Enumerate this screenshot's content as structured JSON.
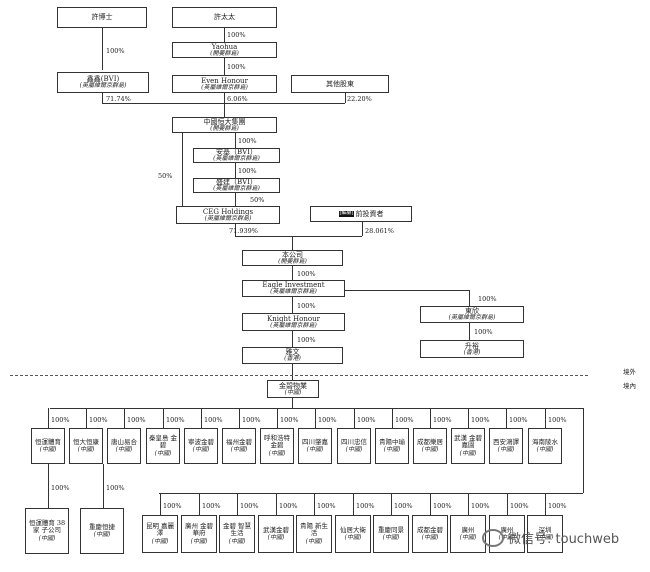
{
  "top": {
    "dr_hui": {
      "name": "許博士"
    },
    "mrs_hui": {
      "name": "許太太"
    },
    "yaohua": {
      "name": "Yaohua",
      "place": "(開曼群島)"
    },
    "xin_xin": {
      "name": "鑫鑫(BVI)",
      "place": "(英屬維爾京群島)"
    },
    "even_honour": {
      "name": "Even Honour",
      "place": "(英屬維爾京群島)"
    },
    "other_shareholders": {
      "name": "其他股東"
    },
    "evergrande": {
      "name": "中國恒大集團",
      "place": "(開曼群島)"
    },
    "an_ji": {
      "name": "安基（BVI）",
      "place": "(英屬維爾京群島)"
    },
    "sheng_jian": {
      "name": "盛建（BVI）",
      "place": "(英屬維爾京群島)"
    },
    "ceg": {
      "name": "CEG Holdings",
      "place": "(英屬維爾京群島)"
    },
    "pre_ipo": {
      "redact": "[編纂]",
      "name": "前投資者"
    },
    "company": {
      "name": "本公司",
      "place": "(開曼群島)"
    },
    "eagle": {
      "name": "Eagle Investment",
      "place": "(英屬維爾京群島)"
    },
    "knight": {
      "name": "Knight Honour",
      "place": "(英屬維爾京群島)"
    },
    "dong_xin": {
      "name": "東欣",
      "place": "(英屬維爾京群島)"
    },
    "yawen": {
      "name": "雅文",
      "place": "(香港)"
    },
    "shengyu": {
      "name": "升裕",
      "place": "(香港)"
    },
    "jinbi": {
      "name": "金碧物業",
      "place": "(中國)"
    }
  },
  "percents": {
    "p_dr_xinxin": "100%",
    "p_mrs_yaohua": "100%",
    "p_yaohua_even": "100%",
    "p_xinxin": "71.74%",
    "p_even": "6.06%",
    "p_other": "22.20%",
    "p_anji": "100%",
    "p_shengjian": "100%",
    "p_sj_ceg": "50%",
    "p_eg_ceg": "50%",
    "p_ceg": "71.939%",
    "p_preipo": "28.061%",
    "p_company_eagle": "100%",
    "p_eagle_knight": "100%",
    "p_knight_yawen": "100%",
    "p_eagle_dongxin": "100%",
    "p_dongxin_shengyu": "100%"
  },
  "boundary": {
    "overseas": "境外",
    "domestic": "境內"
  },
  "row1": [
    {
      "pct": "100%",
      "name": "恒運體育",
      "place": "(中國)"
    },
    {
      "pct": "100%",
      "name": "恒大恒康",
      "place": "(中國)"
    },
    {
      "pct": "100%",
      "name": "唐山易合",
      "place": "(中國)"
    },
    {
      "pct": "100%",
      "name": "秦皇島 金碧",
      "place": "(中國)"
    },
    {
      "pct": "100%",
      "name": "寧波金碧",
      "place": "(中國)"
    },
    {
      "pct": "100%",
      "name": "福州金碧",
      "place": "(中國)"
    },
    {
      "pct": "100%",
      "name": "呼和浩特 金碧",
      "place": "(中國)"
    },
    {
      "pct": "100%",
      "name": "四川肇嘉",
      "place": "(中國)"
    },
    {
      "pct": "100%",
      "name": "四川忠信",
      "place": "(中國)"
    },
    {
      "pct": "100%",
      "name": "貴陽中瑜",
      "place": "(中國)"
    },
    {
      "pct": "100%",
      "name": "成都樂居",
      "place": "(中國)"
    },
    {
      "pct": "100%",
      "name": "武漢 金碧嘉園",
      "place": "(中國)"
    },
    {
      "pct": "100%",
      "name": "西安鴻譯",
      "place": "(中國)"
    },
    {
      "pct": "100%",
      "name": "海南陵水",
      "place": "(中國)"
    }
  ],
  "subs": [
    {
      "pct": "100%",
      "name": "恒運體育 38 家 子公司",
      "place": "(中國)"
    },
    {
      "pct": "100%",
      "name": "重慶恒捷",
      "place": "(中國)"
    }
  ],
  "row2": [
    {
      "pct": "100%",
      "name": "昆明 嘉麗澤",
      "place": "(中國)"
    },
    {
      "pct": "100%",
      "name": "廣州 金碧華府",
      "place": "(中國)"
    },
    {
      "pct": "100%",
      "name": "金碧 智慧生活",
      "place": "(中國)"
    },
    {
      "pct": "100%",
      "name": "武漢金碧",
      "place": "(中國)"
    },
    {
      "pct": "100%",
      "name": "貴陽 新生活",
      "place": "(中國)"
    },
    {
      "pct": "100%",
      "name": "仙居大衛",
      "place": "(中國)"
    },
    {
      "pct": "100%",
      "name": "重慶同景",
      "place": "(中國)"
    },
    {
      "pct": "100%",
      "name": "成都金碧",
      "place": "(中國)"
    },
    {
      "pct": "100%",
      "name": "廣州",
      "place": "(中國)"
    },
    {
      "pct": "100%",
      "name": "廣州",
      "place": "(中國)"
    },
    {
      "pct": "100%",
      "name": "深圳",
      "place": "(中國)"
    }
  ],
  "watermark": {
    "text": "微信号: touchweb",
    "icon": "wechat-icon"
  }
}
